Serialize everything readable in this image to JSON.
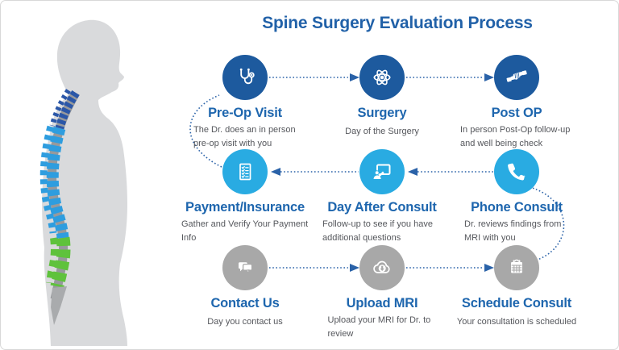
{
  "title": "Spine Surgery Evaluation Process",
  "steps": [
    {
      "label": "Pre-Op Visit",
      "description": "The Dr. does an in person pre-op visit with you",
      "icon": "stethoscope-icon",
      "circle_color": "dark-blue"
    },
    {
      "label": "Surgery",
      "description": "Day of the Surgery",
      "icon": "atom-icon",
      "circle_color": "dark-blue"
    },
    {
      "label": "Post OP",
      "description": "In person Post-Op follow-up and well being check",
      "icon": "handshake-icon",
      "circle_color": "dark-blue"
    },
    {
      "label": "Payment/Insurance",
      "description": "Gather and Verify  Your Payment Info",
      "icon": "checklist-icon",
      "circle_color": "light-blue"
    },
    {
      "label": "Day After Consult",
      "description": "Follow-up to see if you have additional questions",
      "icon": "presentation-icon",
      "circle_color": "light-blue"
    },
    {
      "label": "Phone Consult",
      "description": "Dr. reviews findings from MRI with you",
      "icon": "phone-icon",
      "circle_color": "light-blue"
    },
    {
      "label": "Contact Us",
      "description": "Day you contact us",
      "icon": "chat-bubbles-icon",
      "circle_color": "gray"
    },
    {
      "label": "Upload MRI",
      "description": "Upload your MRI for Dr. to review",
      "icon": "cloud-download-icon",
      "circle_color": "gray"
    },
    {
      "label": "Schedule Consult",
      "description": "Your consultation is scheduled",
      "icon": "calendar-icon",
      "circle_color": "gray"
    }
  ],
  "connectors": [
    {
      "from": "Contact Us",
      "to": "Upload MRI"
    },
    {
      "from": "Upload MRI",
      "to": "Schedule Consult"
    },
    {
      "from": "Schedule Consult",
      "to": "Phone Consult"
    },
    {
      "from": "Phone Consult",
      "to": "Day After Consult"
    },
    {
      "from": "Day After Consult",
      "to": "Payment/Insurance"
    },
    {
      "from": "Payment/Insurance",
      "to": "Pre-Op Visit"
    },
    {
      "from": "Pre-Op Visit",
      "to": "Surgery"
    },
    {
      "from": "Surgery",
      "to": "Post OP"
    }
  ],
  "illustration": {
    "name": "human-body-side-profile-with-spine",
    "spine_regions": [
      "cervical",
      "thoracic",
      "lumbar",
      "sacrum"
    ]
  },
  "colors": {
    "title_blue": "#2161a8",
    "step_label_blue": "#1e66ae",
    "description_gray": "#55575c",
    "dark_blue_circle": "#1d5a9e",
    "light_blue_circle": "#29abe2",
    "gray_circle": "#a8a8a8",
    "connector_blue": "#2a62a8",
    "body_silhouette_gray": "#d9dadc",
    "spine_cervical_blue": "#2b57a8",
    "spine_thoracic_blue": "#2e9ddf",
    "spine_lumbar_green": "#5fc23c",
    "spine_sacrum_gray": "#a9abad",
    "border_gray": "#d8d8d8"
  }
}
